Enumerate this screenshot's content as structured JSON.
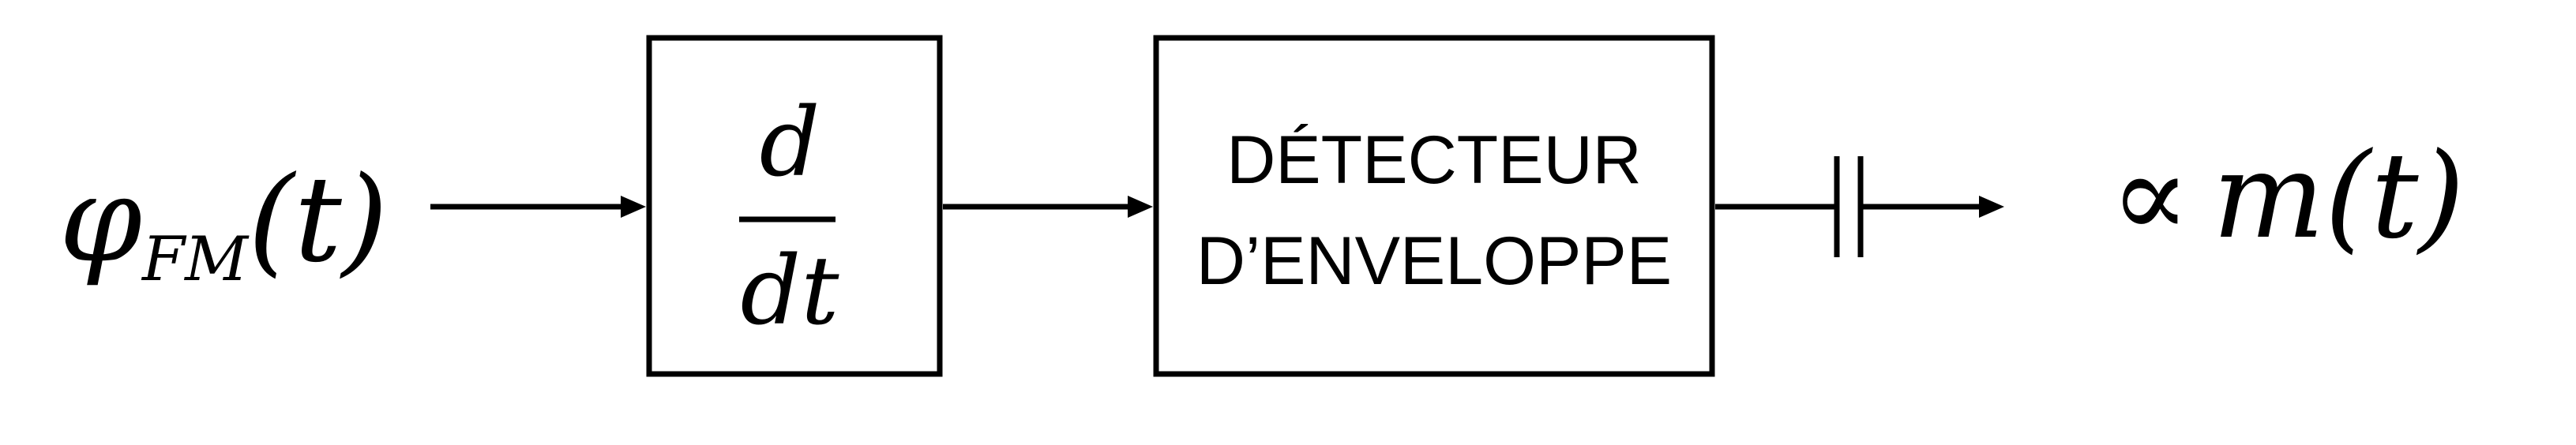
{
  "input_signal": {
    "symbol": "φ",
    "subscript": "FM",
    "argument": "(t)"
  },
  "differentiator": {
    "numerator": "d",
    "denominator": "dt"
  },
  "envelope_detector": {
    "line1": "DÉTECTEUR",
    "line2": "D’ENVELOPPE"
  },
  "output_signal": {
    "proportional": "∝",
    "expression": "m(t)"
  }
}
